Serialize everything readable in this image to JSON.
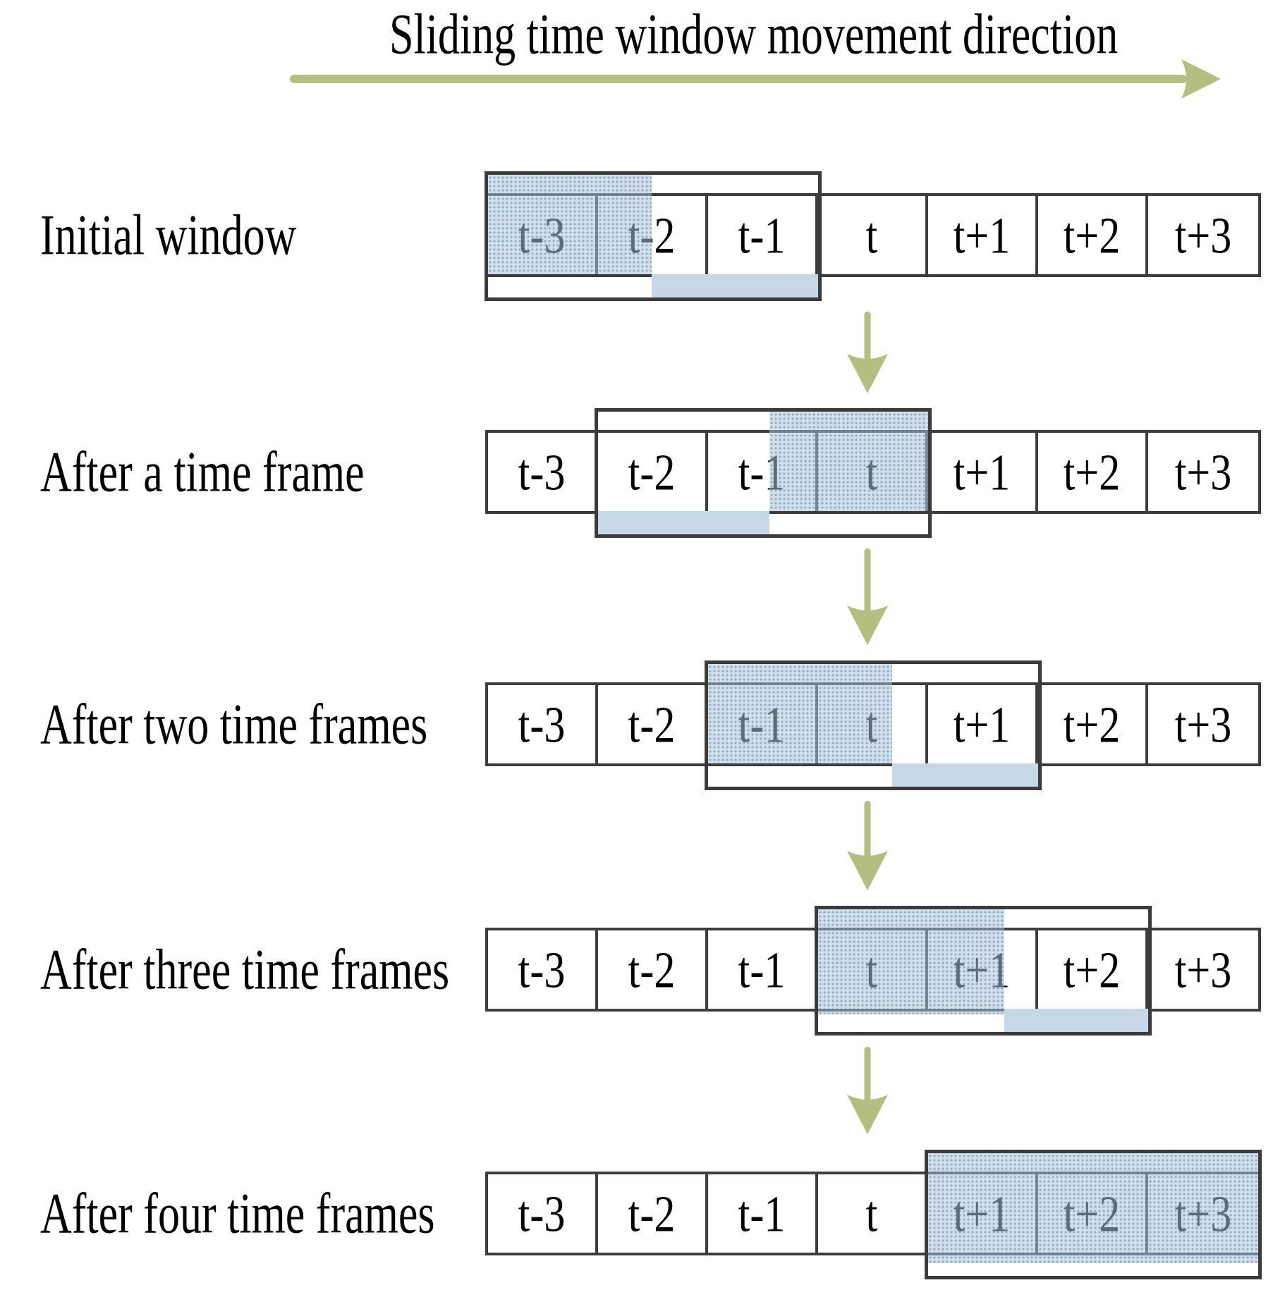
{
  "title": "Sliding time window movement direction",
  "cells": [
    "t-3",
    "t-2",
    "t-1",
    "t",
    "t+1",
    "t+2",
    "t+3"
  ],
  "rows": [
    {
      "label": "Initial window",
      "window_start_cell": 0,
      "window_cells": [
        "t-3",
        "t-2",
        "t-1"
      ],
      "hatch_from": 0,
      "hatch_to": 1.49,
      "bar_from": 1.49,
      "bar_to": 3,
      "hatch_overhang": 0
    },
    {
      "label": "After a time frame",
      "window_start_cell": 1,
      "window_cells": [
        "t-2",
        "t-1",
        "t"
      ],
      "hatch_from": 2.56,
      "hatch_to": 4,
      "bar_from": 1,
      "bar_to": 2.56,
      "hatch_overhang": 0
    },
    {
      "label": "After two time frames",
      "window_start_cell": 2,
      "window_cells": [
        "t-1",
        "t",
        "t+1"
      ],
      "hatch_from": 2,
      "hatch_to": 3.67,
      "bar_from": 3.67,
      "bar_to": 5,
      "hatch_overhang": 0
    },
    {
      "label": "After three time frames",
      "window_start_cell": 3,
      "window_cells": [
        "t",
        "t+1",
        "t+2"
      ],
      "hatch_from": 3,
      "hatch_to": 4.69,
      "bar_from": 4.69,
      "bar_to": 6,
      "hatch_overhang": 8
    },
    {
      "label": "After four time frames",
      "window_start_cell": 4,
      "window_cells": [
        "t+1",
        "t+2",
        "t+3"
      ],
      "hatch_from": 4,
      "hatch_to": 7,
      "bar_from": null,
      "bar_to": null,
      "hatch_overhang": 15
    }
  ],
  "colors": {
    "arrow_green": "#b3bf7e",
    "border_dark": "#3d3d3d",
    "hatch_base": "#aac5db",
    "hatch_dot": "#4e6e8c",
    "bar_fill": "#c6d8e8",
    "text": "#000000"
  }
}
